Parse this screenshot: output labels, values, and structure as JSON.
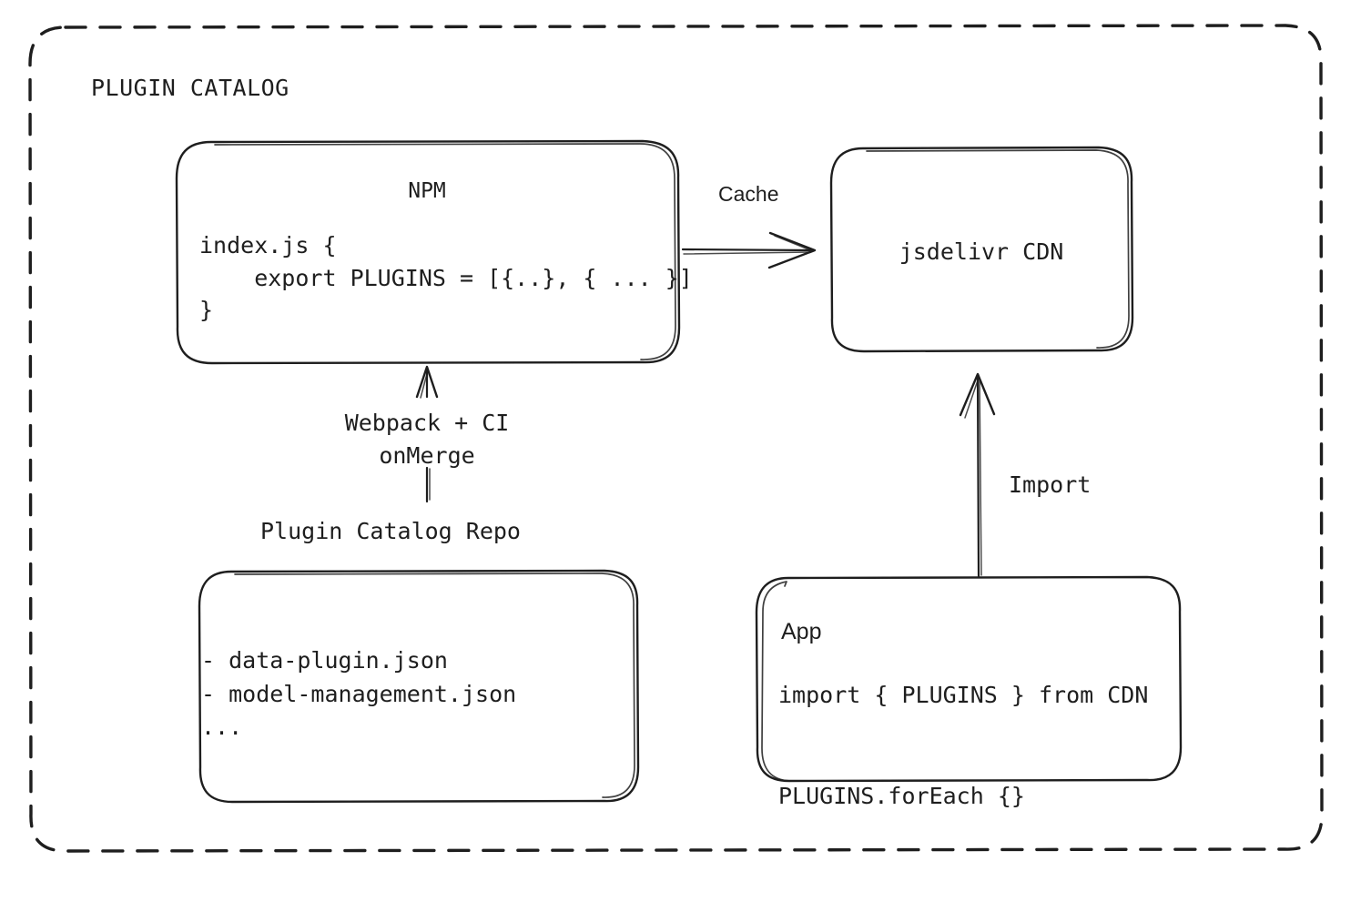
{
  "sheet": {
    "title": "PLUGIN CATALOG",
    "border_style": "dashed",
    "stroke_color": "#1e1e1e",
    "background": "#ffffff"
  },
  "nodes": {
    "npm": {
      "title": "NPM",
      "code": "index.js {\n    export PLUGINS = [{..}, { ... }]\n}"
    },
    "cdn": {
      "title": "jsdelivr CDN"
    },
    "repo": {
      "caption": "Plugin Catalog Repo",
      "items": "- data-plugin.json\n- model-management.json\n..."
    },
    "app": {
      "title": "App",
      "code": "import { PLUGINS } from CDN\n\nPLUGINS.forEach {}"
    }
  },
  "connectors": {
    "cache": {
      "label": "Cache",
      "from": "npm",
      "to": "cdn",
      "direction": "right"
    },
    "import": {
      "label": "Import",
      "from": "app",
      "to": "cdn",
      "direction": "up"
    },
    "build": {
      "label": "Webpack + CI\nonMerge",
      "from": "repo",
      "to": "npm",
      "direction": "up"
    }
  }
}
